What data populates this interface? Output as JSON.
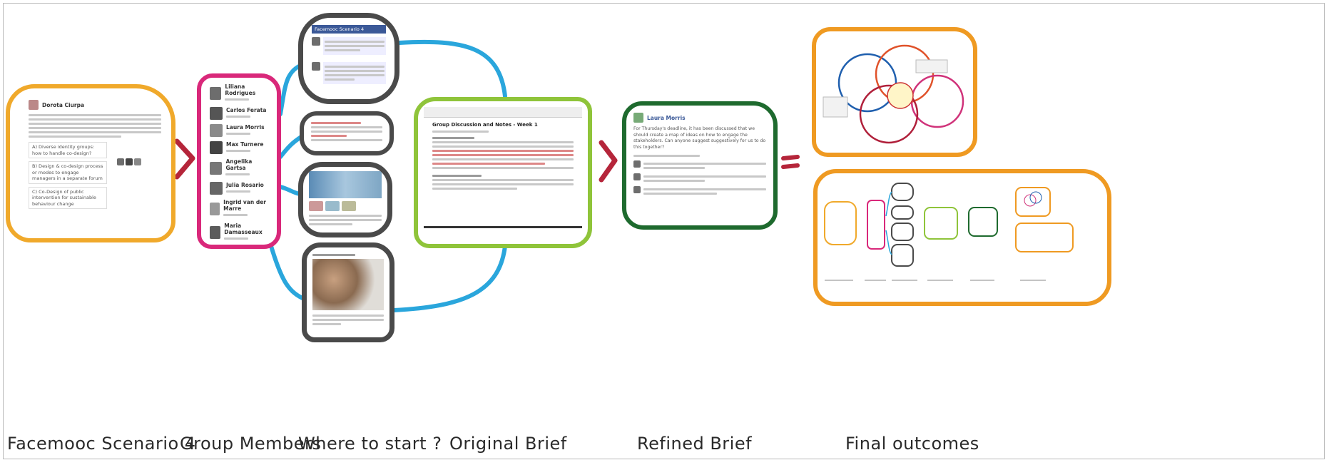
{
  "captions": {
    "scenario": "Facemooc Scenario 4",
    "members": "Group Members",
    "start": "Where to start ?",
    "original": "Original Brief",
    "refined": "Refined Brief",
    "outcomes": "Final outcomes"
  },
  "scenario_post": {
    "author": "Dorota Ciurpa",
    "question_1": "A) Diverse identity groups: how to handle co-design?",
    "question_2": "B) Design & co-design process or modes to engage managers in a separate forum",
    "question_3": "C) Co-Design of public intervention for sustainable behaviour change"
  },
  "members": [
    "Liliana Rodrigues",
    "Carlos Ferata",
    "Laura Morris",
    "Max Turnere",
    "Angelika Gartsa",
    "Julia Rosario",
    "Ingrid van der Marre",
    "Maria Damasseaux"
  ],
  "start_window": {
    "title": "Facemooc Scenario 4"
  },
  "original_brief": {
    "title": "Group Discussion and Notes - Week 1"
  },
  "refined_brief": {
    "author": "Laura Morris",
    "text": "For Thursday's deadline, it has been discussed that we should create a map of ideas on how to engage the stakeholders. Can anyone suggest suggestively for us to do this together?"
  },
  "colors": {
    "scenario": "#f0a92b",
    "members": "#d9287a",
    "start": "#4a4a4a",
    "connector": "#2aa6dc",
    "arrow": "#b5253a",
    "original": "#8fc43a",
    "refined": "#1e6a2e",
    "outcomes": "#ef9a22"
  }
}
